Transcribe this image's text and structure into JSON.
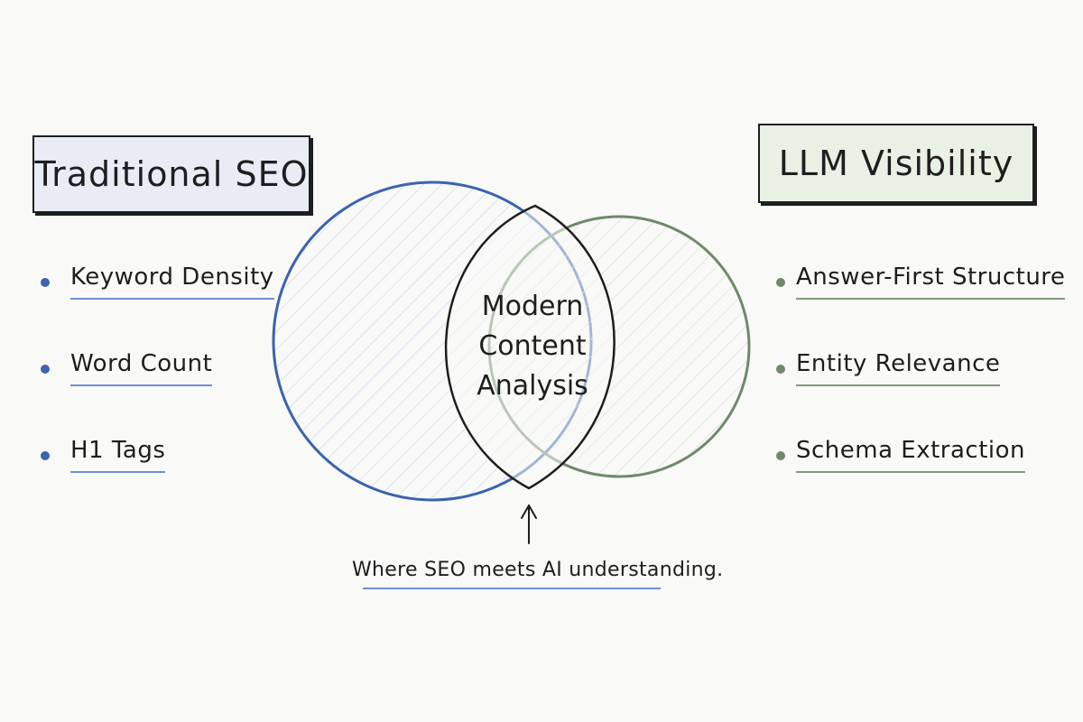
{
  "left": {
    "title": "Traditional SEO",
    "items": [
      "Keyword Density",
      "Word Count",
      "H1 Tags"
    ],
    "accent": "#3b63b0",
    "fill": "#e8ecf5"
  },
  "right": {
    "title": "LLM Visibility",
    "items": [
      "Answer-First Structure",
      "Entity Relevance",
      "Schema Extraction"
    ],
    "accent": "#6e8a6a",
    "fill": "#e9f0e4"
  },
  "center": {
    "line1": "Modern",
    "line2": "Content",
    "line3": "Analysis"
  },
  "caption": "Where SEO meets AI understanding."
}
